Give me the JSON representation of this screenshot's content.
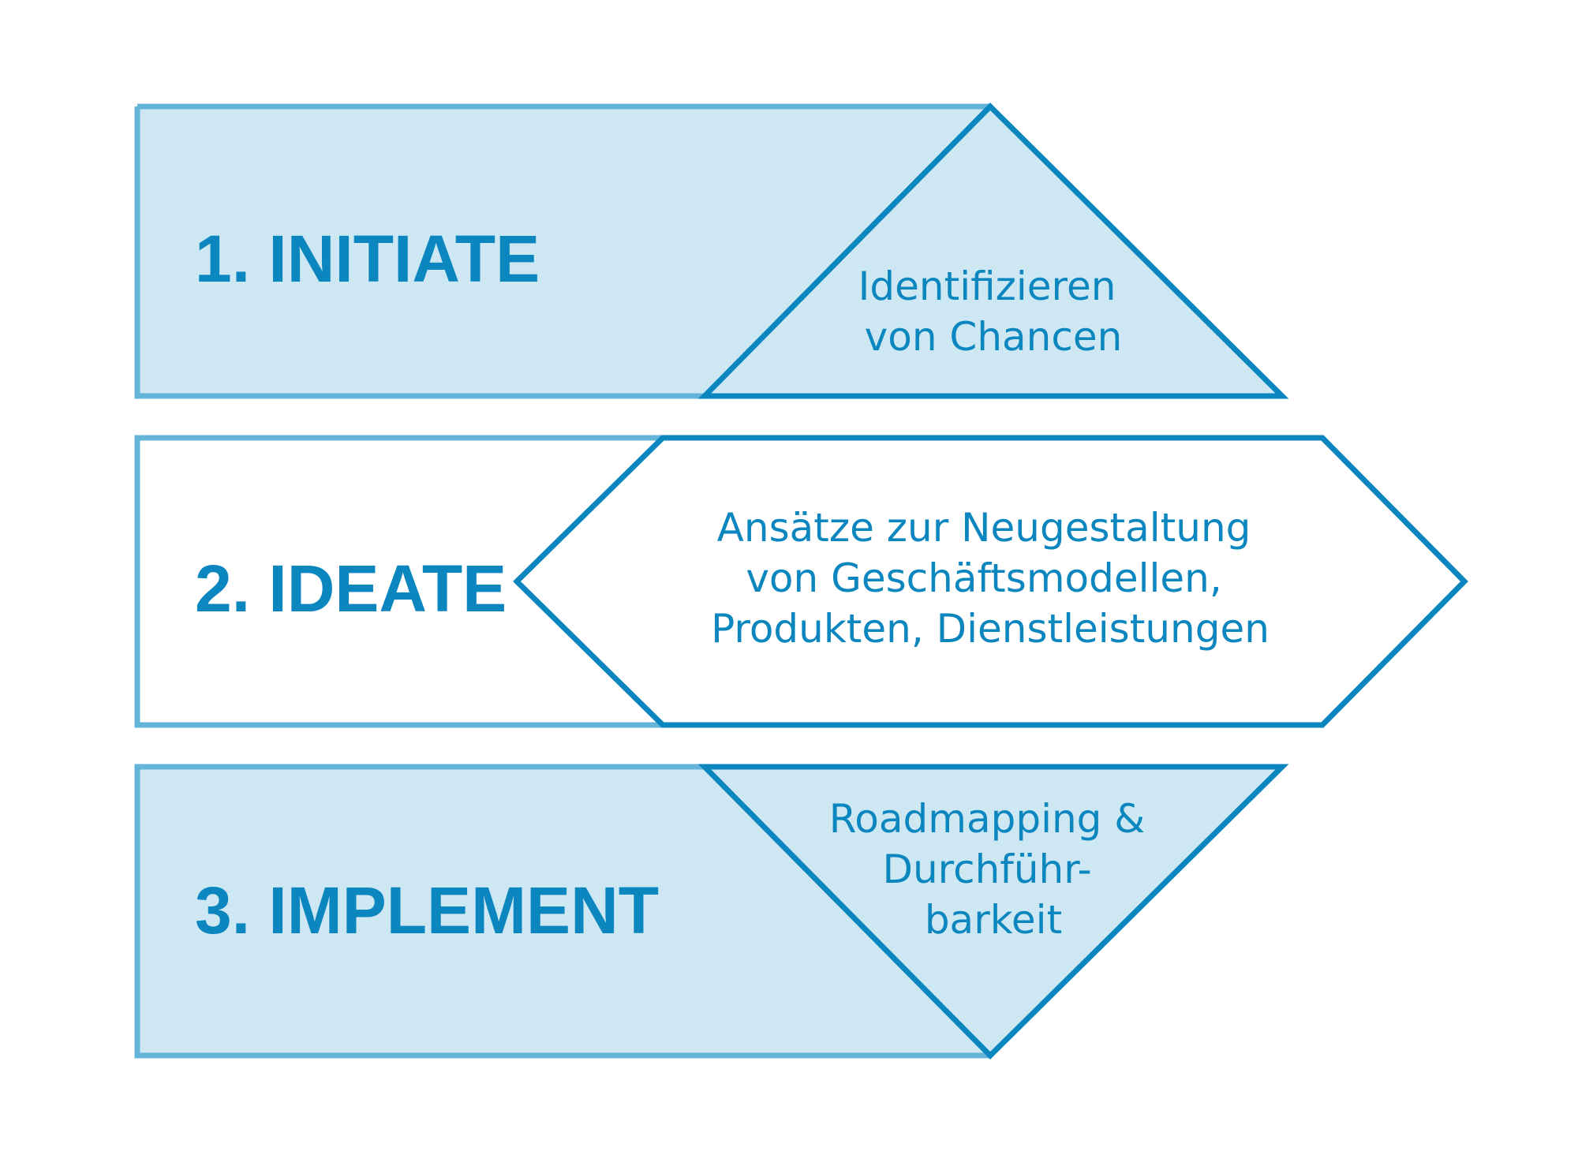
{
  "colors": {
    "fill_light": "#cde8f3",
    "stroke_light": "#64b4da",
    "stroke_dark": "#0c86bf",
    "text": "#0c86bf",
    "background": "#ffffff"
  },
  "phases": [
    {
      "title": "1. INITIATE",
      "description": [
        "Identifizieren",
        "von Chancen"
      ]
    },
    {
      "title": "2. IDEATE",
      "description": [
        "Ansätze zur Neugestaltung",
        "von Geschäftsmodellen,",
        "Produkten, Dienstleistungen"
      ]
    },
    {
      "title": "3. IMPLEMENT",
      "description": [
        "Roadmapping &",
        "Durchführ-",
        "barkeit"
      ]
    }
  ]
}
